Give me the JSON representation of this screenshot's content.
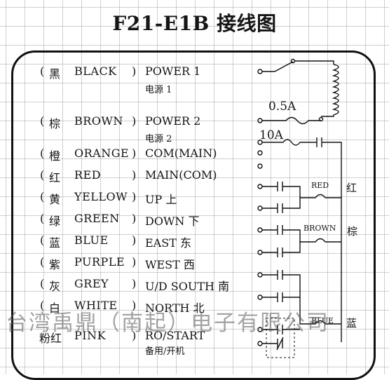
{
  "title": "F21-E1B 接线图",
  "rows": [
    {
      "cn": "黑",
      "en": "BLACK",
      "fn": "POWER 1",
      "sub": "电源 1"
    },
    {
      "cn": "棕",
      "en": "BROWN",
      "fn": "POWER 2",
      "sub": "电源 2"
    },
    {
      "cn": "橙",
      "en": "ORANGE",
      "fn": "COM(MAIN)"
    },
    {
      "cn": "红",
      "en": "RED",
      "fn": "MAIN(COM)"
    },
    {
      "cn": "黄",
      "en": "YELLOW",
      "fn": "UP 上"
    },
    {
      "cn": "绿",
      "en": "GREEN",
      "fn": "DOWN  下"
    },
    {
      "cn": "蓝",
      "en": "BLUE",
      "fn": "EAST  东"
    },
    {
      "cn": "紫",
      "en": "PURPLE",
      "fn": "WEST  西"
    },
    {
      "cn": "灰",
      "en": "GREY",
      "fn": "U/D SOUTH 南"
    },
    {
      "cn": "白",
      "en": "WHITE",
      "fn": "NORTH 北"
    },
    {
      "cn": "粉红",
      "en": "PINK",
      "fn": "RO/START",
      "sub": "备用/开机"
    }
  ],
  "paren_open": "(",
  "paren_close": ")",
  "fuse_small": "0.5A",
  "fuse_large": "10A",
  "relay_labels": {
    "red": "RED",
    "red_cn": "红",
    "brown": "BROWN",
    "brown_cn": "棕",
    "blue": "BLUE",
    "blue_cn": "蓝"
  },
  "watermark": "台湾禹鼎（南起）电子有限公司"
}
